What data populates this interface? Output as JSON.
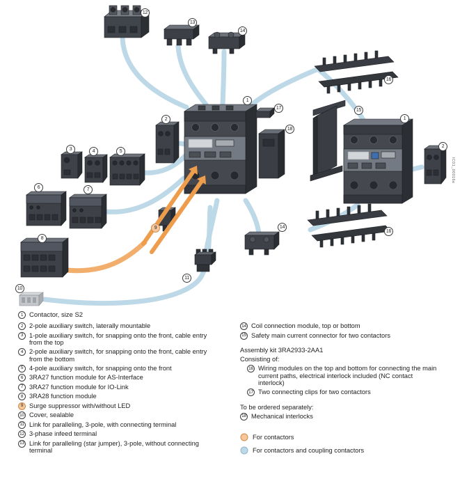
{
  "figure": {
    "watermark": "IC01_00016e",
    "caption_num": "1",
    "caption_text": "Contactor, size S2"
  },
  "callouts": [
    "12",
    "13",
    "14",
    "16",
    "1",
    "17",
    "2",
    "18",
    "15",
    "1",
    "2",
    "3",
    "4",
    "5",
    "6",
    "7",
    "8",
    "9",
    "14",
    "16",
    "11",
    "10"
  ],
  "legend_left": [
    {
      "n": "2",
      "text": "2-pole auxiliary switch, laterally mountable"
    },
    {
      "n": "3",
      "text": "1-pole auxiliary switch, for snapping onto the front, cable entry from the top"
    },
    {
      "n": "4",
      "text": "2-pole auxiliary switch, for snapping onto the front, cable entry from the bottom"
    },
    {
      "n": "5",
      "text": "4-pole auxiliary switch, for snapping onto the front"
    },
    {
      "n": "6",
      "text": "3RA27 function module for AS-Interface"
    },
    {
      "n": "7",
      "text": "3RA27 function module for IO-Link"
    },
    {
      "n": "8",
      "text": "3RA28 function module"
    },
    {
      "n": "9",
      "text": "Surge suppressor with/without LED"
    },
    {
      "n": "10",
      "text": "Cover, sealable"
    },
    {
      "n": "11",
      "text": "Link for paralleling, 3-pole, with connecting terminal"
    },
    {
      "n": "12",
      "text": "3-phase infeed terminal"
    },
    {
      "n": "13",
      "text": "Link for paralleling (star jumper), 3-pole, without connecting terminal"
    }
  ],
  "legend_right": {
    "item14": {
      "n": "14",
      "text": "Coil connection module, top or bottom"
    },
    "item15": {
      "n": "15",
      "text": "Safety main current connector for two contactors"
    },
    "assembly_kit_title": "Assembly kit 3RA2933-2AA1",
    "consisting_of": "Consisting of:",
    "item16": {
      "n": "16",
      "text": "Wiring modules on the top and bottom for connecting the main current paths, electrical interlock included (NC contact interlock)"
    },
    "item17": {
      "n": "17",
      "text": "Two connecting clips for two contactors"
    },
    "separately": "To be ordered separately:",
    "item18": {
      "n": "18",
      "text": "Mechanical interlocks"
    },
    "key_orange": "For contactors",
    "key_blue": "For contactors and coupling contactors"
  },
  "colors": {
    "tube": "#bdd8e7",
    "orange_band": "#f2ae6d",
    "orange_arrow": "#ee9d4d",
    "component_dark": "#3e4248",
    "key_orange_fill": "#f6c79b",
    "key_blue_fill": "#bdd8e7"
  }
}
